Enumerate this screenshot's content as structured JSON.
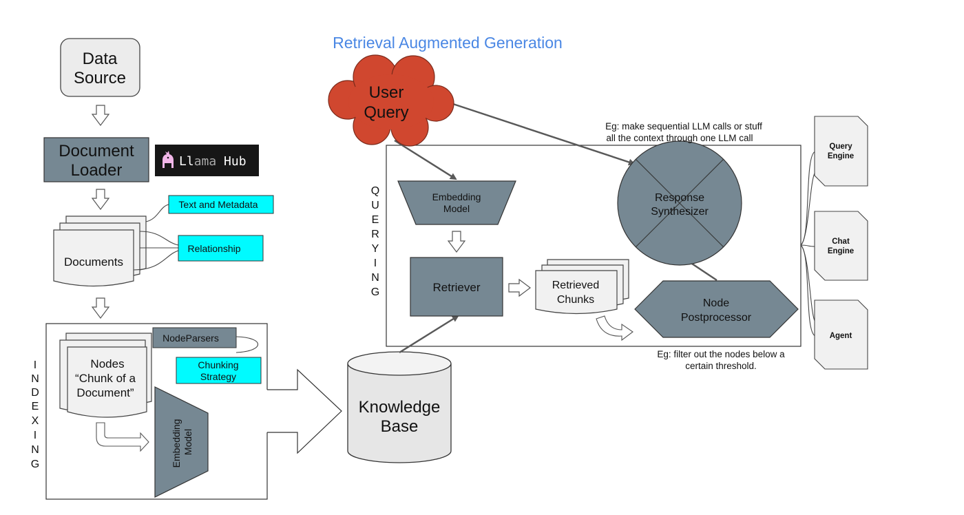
{
  "title": "Retrieval Augmented Generation",
  "colors": {
    "slate": "#768893",
    "cyan": "#00fbff",
    "light_gray": "#ececec",
    "doc_gray": "#f1f1f1",
    "cloud_red": "#d0472f",
    "title_blue": "#4a87e4",
    "logo_bg": "#161616",
    "line": "#595959"
  },
  "data_source": {
    "line1": "Data",
    "line2": "Source"
  },
  "document_loader": {
    "line1": "Document",
    "line2": "Loader"
  },
  "llama_hub": {
    "part1": "Ll",
    "part2": "ama",
    "part3": " Hub",
    "icon": "llama-icon"
  },
  "text_and_metadata": "Text and Metadata",
  "relationship": "Relationship",
  "documents": "Documents",
  "indexing_label": [
    "I",
    "N",
    "D",
    "E",
    "X",
    "I",
    "N",
    "G"
  ],
  "nodes": {
    "line1": "Nodes",
    "line2": "“Chunk of a",
    "line3": "Document”"
  },
  "node_parsers": "NodeParsers",
  "chunking_strategy": {
    "line1": "Chunking",
    "line2": "Strategy"
  },
  "indexing_embedding_model": {
    "line1": "Embedding",
    "line2": "Model"
  },
  "knowledge_base": {
    "line1": "Knowledge",
    "line2": "Base"
  },
  "user_query": {
    "line1": "User",
    "line2": "Query"
  },
  "querying_label": [
    "Q",
    "U",
    "E",
    "R",
    "Y",
    "I",
    "N",
    "G"
  ],
  "query_embedding_model": {
    "line1": "Embedding",
    "line2": "Model"
  },
  "retriever": "Retriever",
  "retrieved_chunks": {
    "line1": "Retrieved",
    "line2": "Chunks"
  },
  "node_postprocessor": {
    "line1": "Node",
    "line2": "Postprocessor"
  },
  "response_synthesizer": {
    "line1": "Response",
    "line2": "Synthesizer"
  },
  "synth_note": {
    "line1": "Eg: make sequential LLM calls or stuff",
    "line2": "all the context through one LLM call"
  },
  "post_note": {
    "line1": "Eg: filter out the nodes below a",
    "line2": "certain threshold."
  },
  "query_engine": {
    "line1": "Query",
    "line2": "Engine"
  },
  "chat_engine": {
    "line1": "Chat",
    "line2": "Engine"
  },
  "agent": "Agent"
}
